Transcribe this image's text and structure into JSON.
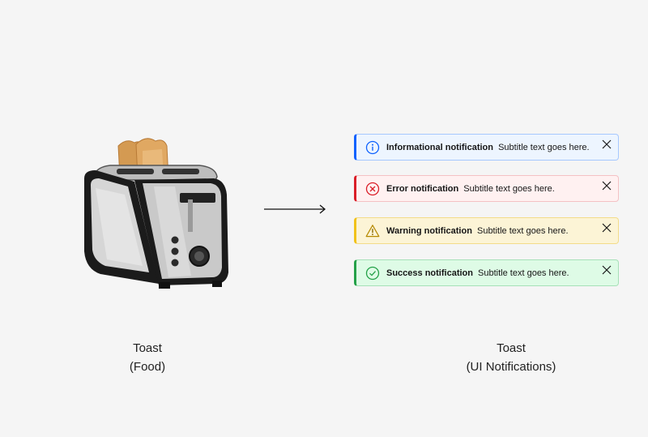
{
  "left_caption": {
    "line1": "Toast",
    "line2": "(Food)"
  },
  "right_caption": {
    "line1": "Toast",
    "line2": "(UI Notifications)"
  },
  "illustration": {
    "icon": "toaster-icon",
    "arrow_icon": "arrow-right-icon"
  },
  "toasts": [
    {
      "kind": "info",
      "icon": "info-icon",
      "title": "Informational notification",
      "subtitle": "Subtitle text goes here.",
      "accent": "#0f62fe",
      "background": "#edf5ff",
      "close_icon": "close-icon"
    },
    {
      "kind": "error",
      "icon": "error-icon",
      "title": "Error notification",
      "subtitle": "Subtitle text goes here.",
      "accent": "#da1e28",
      "background": "#fff1f1",
      "close_icon": "close-icon"
    },
    {
      "kind": "warning",
      "icon": "warning-icon",
      "title": "Warning notification",
      "subtitle": "Subtitle text goes here.",
      "accent": "#f1c21b",
      "background": "#fcf4d6",
      "close_icon": "close-icon"
    },
    {
      "kind": "success",
      "icon": "success-icon",
      "title": "Success notification",
      "subtitle": "Subtitle text goes here.",
      "accent": "#24a148",
      "background": "#defbe6",
      "close_icon": "close-icon"
    }
  ]
}
